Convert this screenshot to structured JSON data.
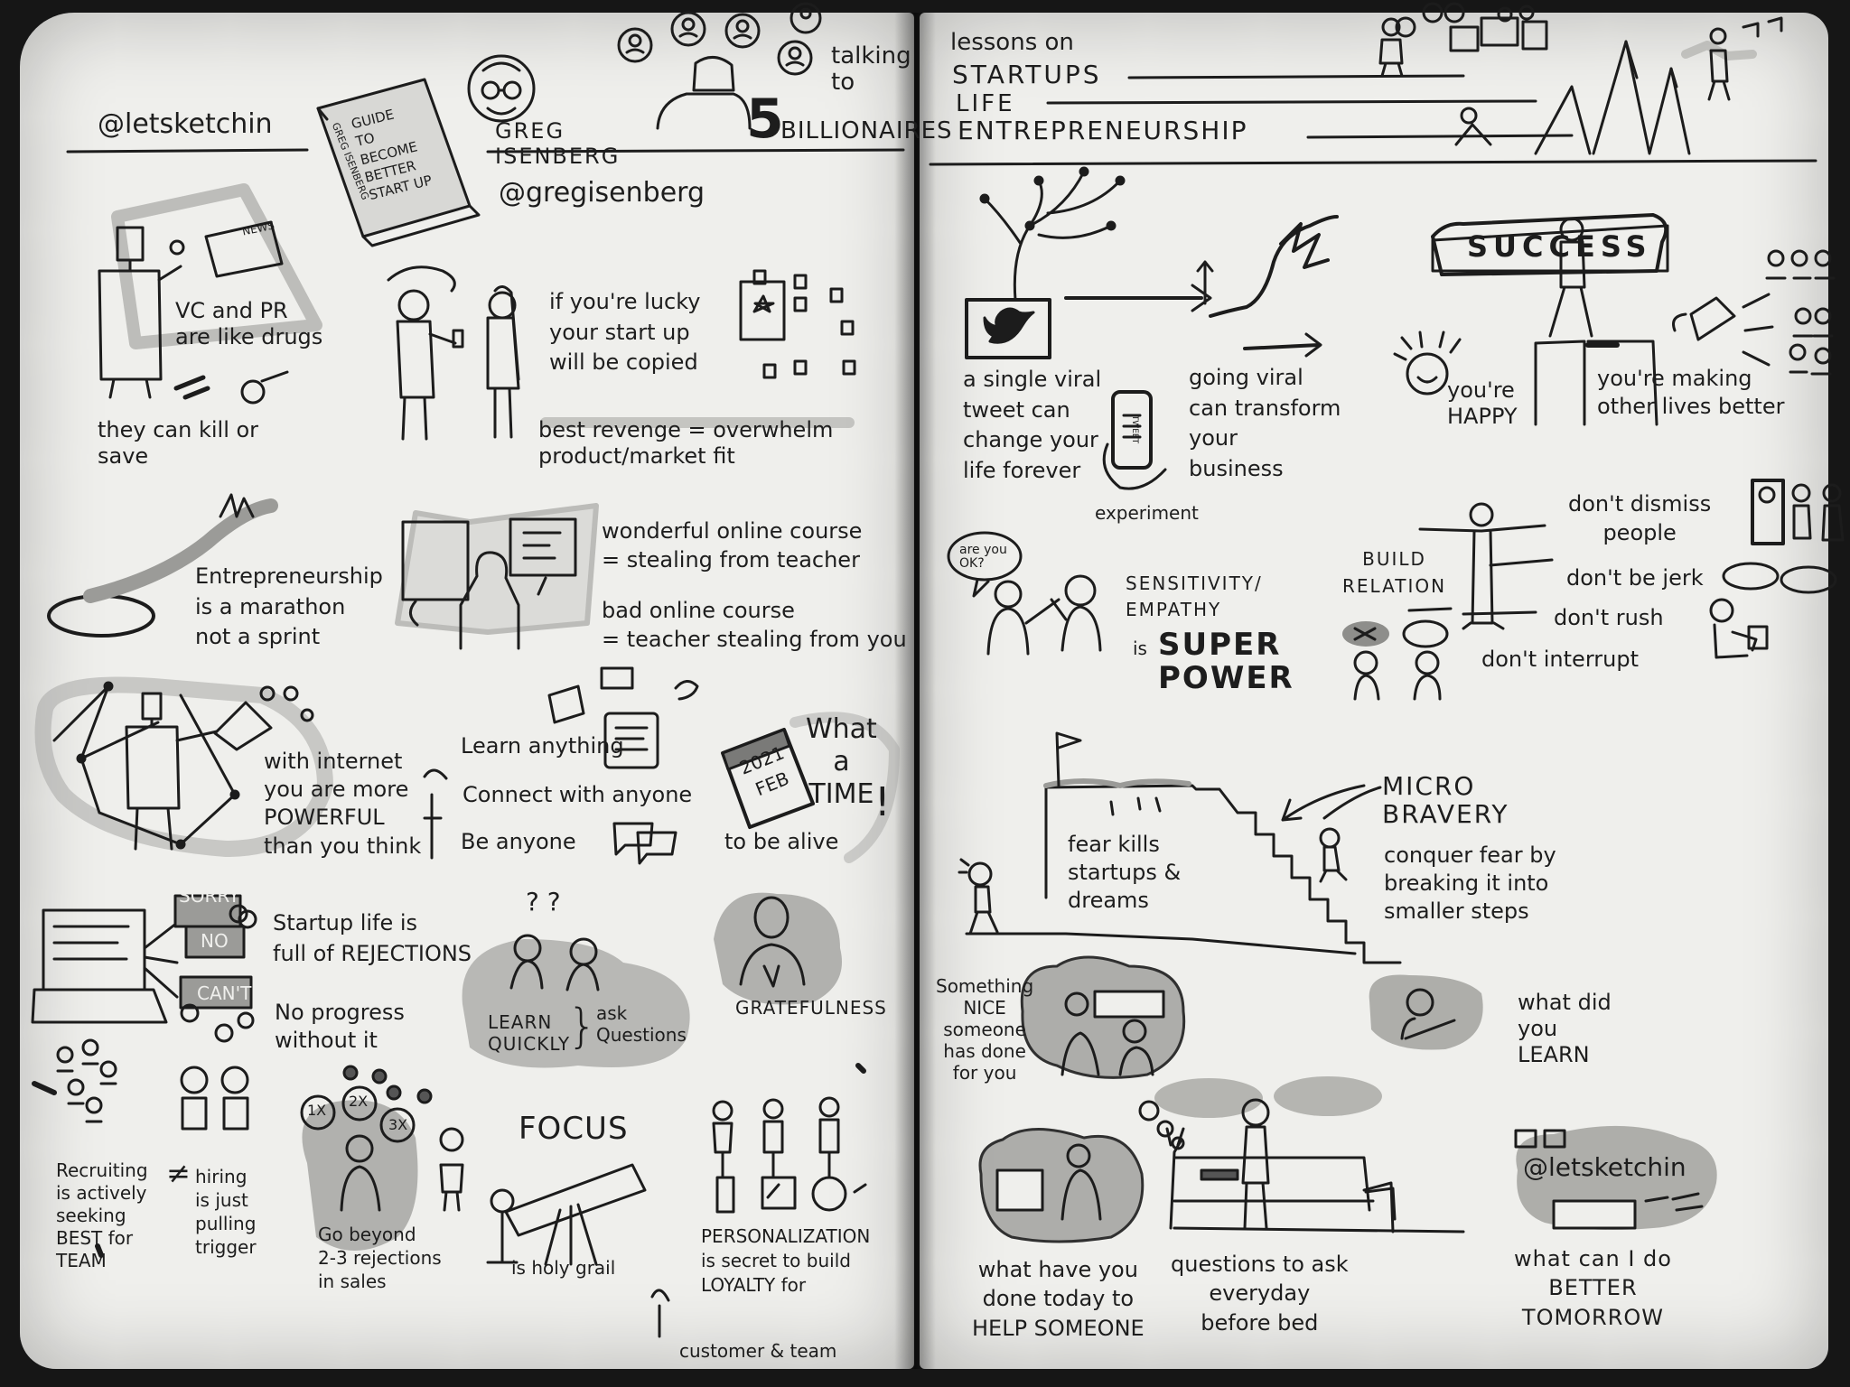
{
  "left_page": {
    "handle": "@letsketchin",
    "book_title": "GUIDE\nTO\nBECOME\nBETTER\nSTART UP",
    "book_spine": "GREG ISENBERG",
    "author_name": "GREG\nISENBERG",
    "author_handle": "@gregisenberg",
    "talking_to": "talking\nto",
    "billionaires_number": "5",
    "billionaires_word": "BILLIONAIRES",
    "news_label": "NEWS",
    "vc_pr": "VC and PR\nare like drugs",
    "kill_or_save": "they can kill or\nsave",
    "copied": "if you're lucky\nyour start up\nwill be copied",
    "revenge": "best revenge = overwhelm\nproduct/market fit",
    "marathon": "Entrepreneurship\nis a marathon\nnot a sprint",
    "course_good": "wonderful online course\n= stealing from teacher",
    "course_bad": "bad online course\n= teacher stealing from you",
    "internet": "with internet\nyou are more\nPOWERFUL\nthan you think",
    "learn_anything": "Learn anything",
    "connect": "Connect with anyone",
    "be_anyone": "Be anyone",
    "calendar_year": "2021",
    "calendar_month": "FEB",
    "what_a_time": "What\na\nTIME",
    "exclaim": "!",
    "to_be_alive": "to be alive",
    "rejection_words": [
      "SORRY",
      "NO",
      "CAN'T"
    ],
    "rejections": "Startup life is\nfull of REJECTIONS",
    "no_progress": "No progress\nwithout it",
    "question_marks": "? ?",
    "learn_quickly": "LEARN\nQUICKLY",
    "ask_questions": "ask\nQuestions",
    "gratefulness": "GRATEFULNESS",
    "recruiting": "Recruiting\nis actively\nseeking\nBEST for\nTEAM",
    "not_equal": "≠",
    "hiring": "hiring\nis just\npulling\ntrigger",
    "multipliers": [
      "1X",
      "2X",
      "3X"
    ],
    "beyond": "Go beyond\n2-3 rejections\nin sales",
    "focus": "FOCUS",
    "holy_grail": "is holy grail",
    "personalization": "PERSONALIZATION\nis secret to build\nLOYALTY for",
    "customer_team": "customer & team"
  },
  "right_page": {
    "lessons_on": "lessons on",
    "topics": [
      "STARTUPS",
      "LIFE",
      "ENTREPRENEURSHIP"
    ],
    "viral_tweet": "a single viral\ntweet can\nchange your\nlife forever",
    "going_viral": "going viral\ncan transform\nyour\nbusiness",
    "experiment": "experiment",
    "phone_label": "TWEET",
    "success": "SUCCESS",
    "happy": "you're\nHAPPY",
    "making_lives": "you're making\nother lives better",
    "are_you_ok": "are you\nOK?",
    "sensitivity": "SENSITIVITY/\nEMPATHY",
    "is_word": "is",
    "superpower": "SUPER\nPOWER",
    "build_relation": "BUILD\nRELATION",
    "dont_dismiss": "don't dismiss\npeople",
    "dont_jerk": "don't be jerk",
    "dont_rush": "don't rush",
    "dont_interrupt": "don't interrupt",
    "fear_kills": "fear kills\nstartups &\ndreams",
    "micro_bravery": "MICRO\nBRAVERY",
    "conquer": "conquer fear by\nbreaking it into\nsmaller steps",
    "something_nice": "Something\nNICE\nsomeone\nhas done\nfor you",
    "what_did": "what did\nyou\nLEARN",
    "help_someone": "what have you\ndone today to\nHELP SOMEONE",
    "questions_bed": "questions to ask\neveryday\nbefore bed",
    "footer_handle": "@letsketchin",
    "better": "what can I do\nBETTER\nTOMORROW"
  },
  "colors": {
    "paper": "#efefec",
    "ink": "#1c1c1c",
    "marker_gray": "#9b9b98",
    "background": "#161616"
  }
}
